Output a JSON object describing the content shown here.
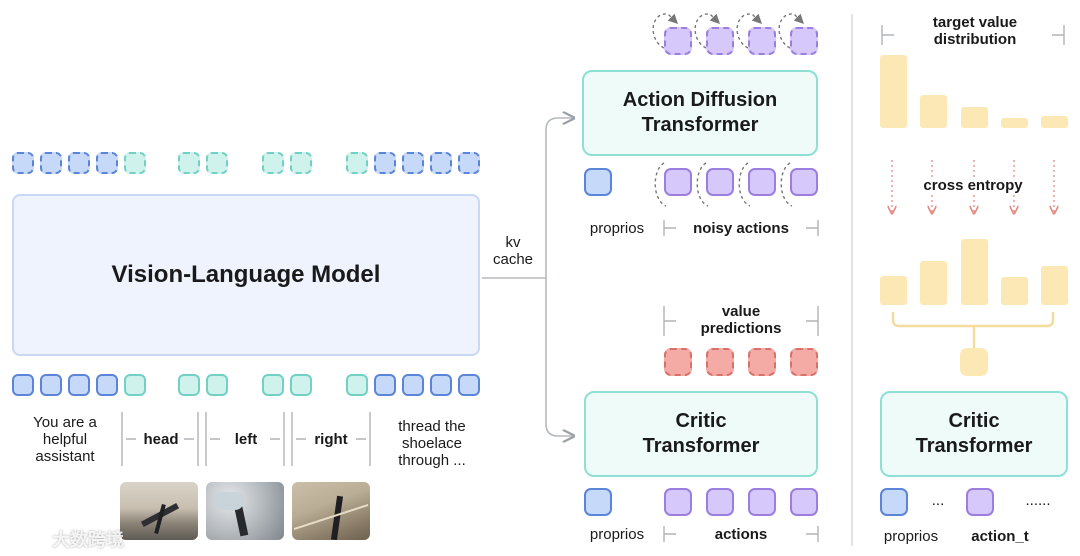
{
  "vlm": {
    "title": "Vision-Language Model"
  },
  "prompt": {
    "system": "You are a helpful assistant",
    "views": [
      "head",
      "left",
      "right"
    ],
    "instruction": "thread the shoelace through ..."
  },
  "cache": {
    "label": "kv cache"
  },
  "action_diffusion": {
    "title": "Action Diffusion Transformer",
    "proprios_label": "proprios",
    "noisy_actions_label": "noisy actions"
  },
  "critic": {
    "title": "Critic Transformer",
    "value_predictions_label": "value predictions",
    "proprios_label": "proprios",
    "actions_label": "actions"
  },
  "right_panel": {
    "target_label": "target value distribution",
    "loss_label": "cross entropy",
    "critic_title": "Critic Transformer",
    "proprios_label": "proprios",
    "ellipsis_short": "...",
    "action_label": "action_t",
    "ellipsis_long": "......"
  },
  "watermark": "大数跨境",
  "colors": {
    "blue": "#5b85d8",
    "teal": "#72d1c4",
    "purple": "#9a7ee0",
    "red": "#d7716a",
    "bar": "#fbe8b5"
  }
}
